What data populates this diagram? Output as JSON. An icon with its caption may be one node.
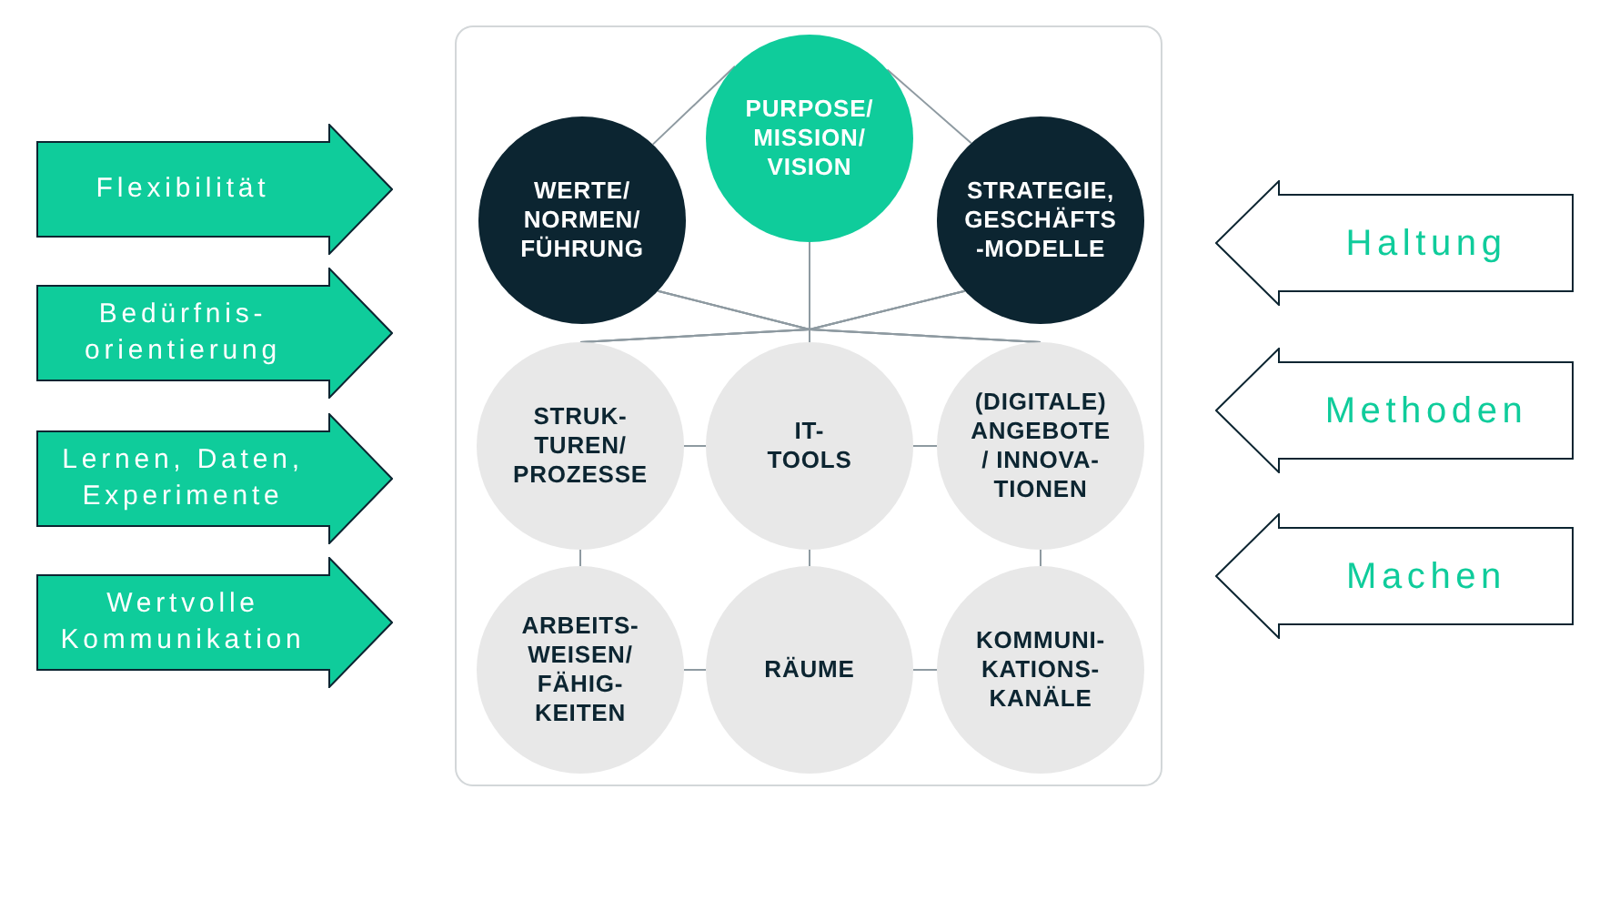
{
  "diagram": {
    "nodes": [
      {
        "text": [
          "Flexibilität"
        ]
      },
      {
        "text": [
          "Bedürfnis- orientierung"
        ]
      },
      {
        "text": [
          "Lernen, Daten, Experimente"
        ]
      },
      {
        "text": [
          "Wertvolle Kommunikation"
        ]
      },
      {
        "text": [],
        "shape": "box"
      },
      {
        "text": [
          "PURPOSE/ MISSION/ VISION"
        ],
        "in": 4
      },
      {
        "text": [
          "WERTE/ NORMEN/ FÜHRUNG"
        ],
        "in": 4
      },
      {
        "text": [
          "STRATEGIE, GESCHÄFTS -MODELLE"
        ],
        "in": 4
      },
      {
        "text": [
          "STRUK- TUREN/ PROZESSE"
        ],
        "in": 4
      },
      {
        "text": [
          "IT- TOOLS"
        ],
        "in": 4
      },
      {
        "text": [
          "(DIGITALE) ANGEBOTE / INNOVA- TIONEN"
        ],
        "in": 4
      },
      {
        "text": [
          "ARBEITS- WEISEN/ FÄHIG- KEITEN"
        ],
        "in": 4
      },
      {
        "text": [
          "RÄUME"
        ],
        "in": 4
      },
      {
        "text": [
          "KOMMUNI- KATIONS- KANÄLE"
        ],
        "in": 4
      },
      {
        "text": [
          "Haltung"
        ]
      },
      {
        "text": [
          "Methoden"
        ]
      },
      {
        "text": [
          "Machen"
        ]
      }
    ],
    "edges": [
      {
        "from": 6,
        "to": 5,
        "arrow": "none"
      },
      {
        "from": 5,
        "to": 7,
        "arrow": "none"
      },
      {
        "from": 5,
        "to": 8,
        "arrow": "none"
      },
      {
        "from": 5,
        "to": 9,
        "arrow": "none"
      },
      {
        "from": 5,
        "to": 10,
        "arrow": "none"
      },
      {
        "from": 6,
        "to": 8,
        "arrow": "none"
      },
      {
        "from": 6,
        "to": 9,
        "arrow": "none"
      },
      {
        "from": 6,
        "to": 10,
        "arrow": "none"
      },
      {
        "from": 7,
        "to": 8,
        "arrow": "none"
      },
      {
        "from": 7,
        "to": 9,
        "arrow": "none"
      },
      {
        "from": 7,
        "to": 10,
        "arrow": "none"
      },
      {
        "from": 8,
        "to": 9,
        "arrow": "none"
      },
      {
        "from": 9,
        "to": 10,
        "arrow": "none"
      },
      {
        "from": 8,
        "to": 11,
        "arrow": "none"
      },
      {
        "from": 9,
        "to": 12,
        "arrow": "none"
      },
      {
        "from": 10,
        "to": 13,
        "arrow": "none"
      },
      {
        "from": 11,
        "to": 12,
        "arrow": "none"
      },
      {
        "from": 12,
        "to": 13,
        "arrow": "none"
      }
    ]
  }
}
